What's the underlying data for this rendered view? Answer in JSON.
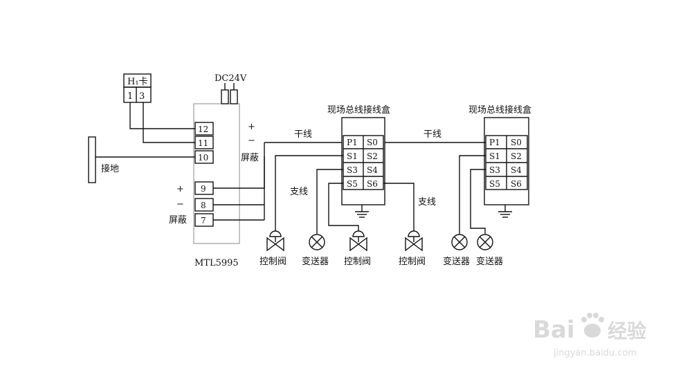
{
  "h1_card": {
    "title": "H₁卡",
    "terminals": [
      "1",
      "3"
    ]
  },
  "power": {
    "label": "DC24V"
  },
  "ground": {
    "label": "接地"
  },
  "mtl": {
    "name": "MTL5995",
    "terminals_top": [
      "12",
      "11",
      "10"
    ],
    "terminals_bottom": [
      "9",
      "8",
      "7"
    ],
    "plus_top": "+",
    "minus_top": "−",
    "shield_top": "屏蔽",
    "plus_bottom": "+",
    "minus_bottom": "−",
    "shield_bottom": "屏蔽"
  },
  "trunk_label_1": "干线",
  "trunk_label_2": "干线",
  "branch_label_1": "支线",
  "branch_label_2": "支线",
  "junction_box_1": {
    "title": "现场总线接线盒",
    "rows": [
      [
        "P1",
        "S0"
      ],
      [
        "S1",
        "S2"
      ],
      [
        "S3",
        "S4"
      ],
      [
        "S5",
        "S6"
      ]
    ]
  },
  "junction_box_2": {
    "title": "现场总线接线盒",
    "rows": [
      [
        "P1",
        "S0"
      ],
      [
        "S1",
        "S2"
      ],
      [
        "S3",
        "S4"
      ],
      [
        "S5",
        "S6"
      ]
    ]
  },
  "devices": [
    "控制阀",
    "变送器",
    "控制阀",
    "控制阀",
    "变送器",
    "变送器"
  ],
  "watermark": {
    "brand": "Bai",
    "brand2": "经验",
    "url": "jingyan.baidu.com"
  }
}
